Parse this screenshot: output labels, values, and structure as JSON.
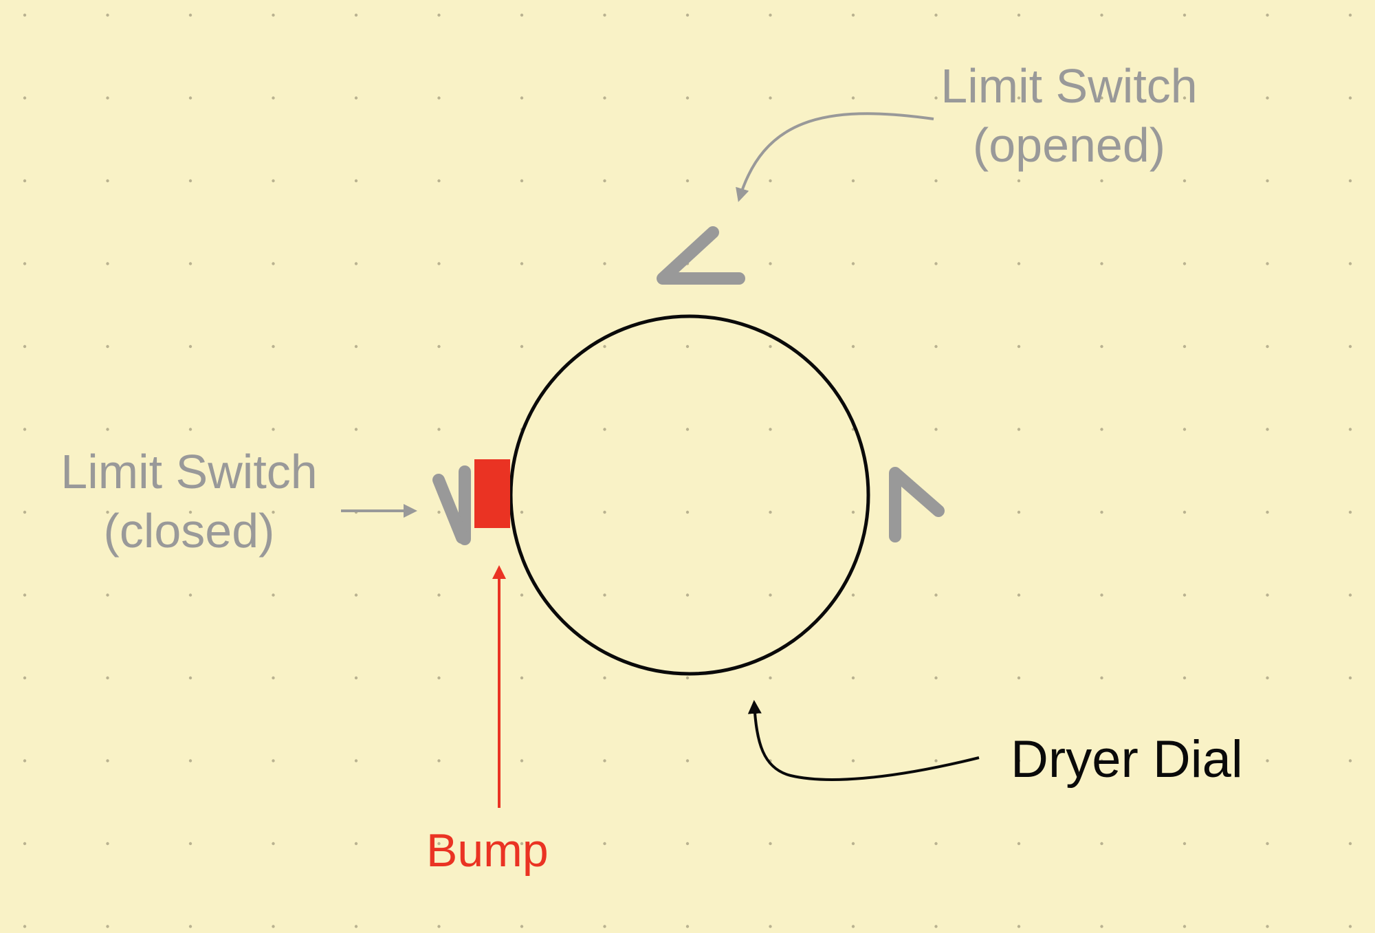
{
  "labels": {
    "limit_switch_opened": {
      "line1": "Limit Switch",
      "line2": "(opened)"
    },
    "limit_switch_closed": {
      "line1": "Limit Switch",
      "line2": "(closed)"
    },
    "dryer_dial": "Dryer Dial",
    "bump": "Bump"
  },
  "colors": {
    "background": "#f9f2c6",
    "grid_dot": "#b9b290",
    "switch_gray": "#999999",
    "dial_stroke": "#0a0a0a",
    "bump_red": "#ea3323"
  }
}
